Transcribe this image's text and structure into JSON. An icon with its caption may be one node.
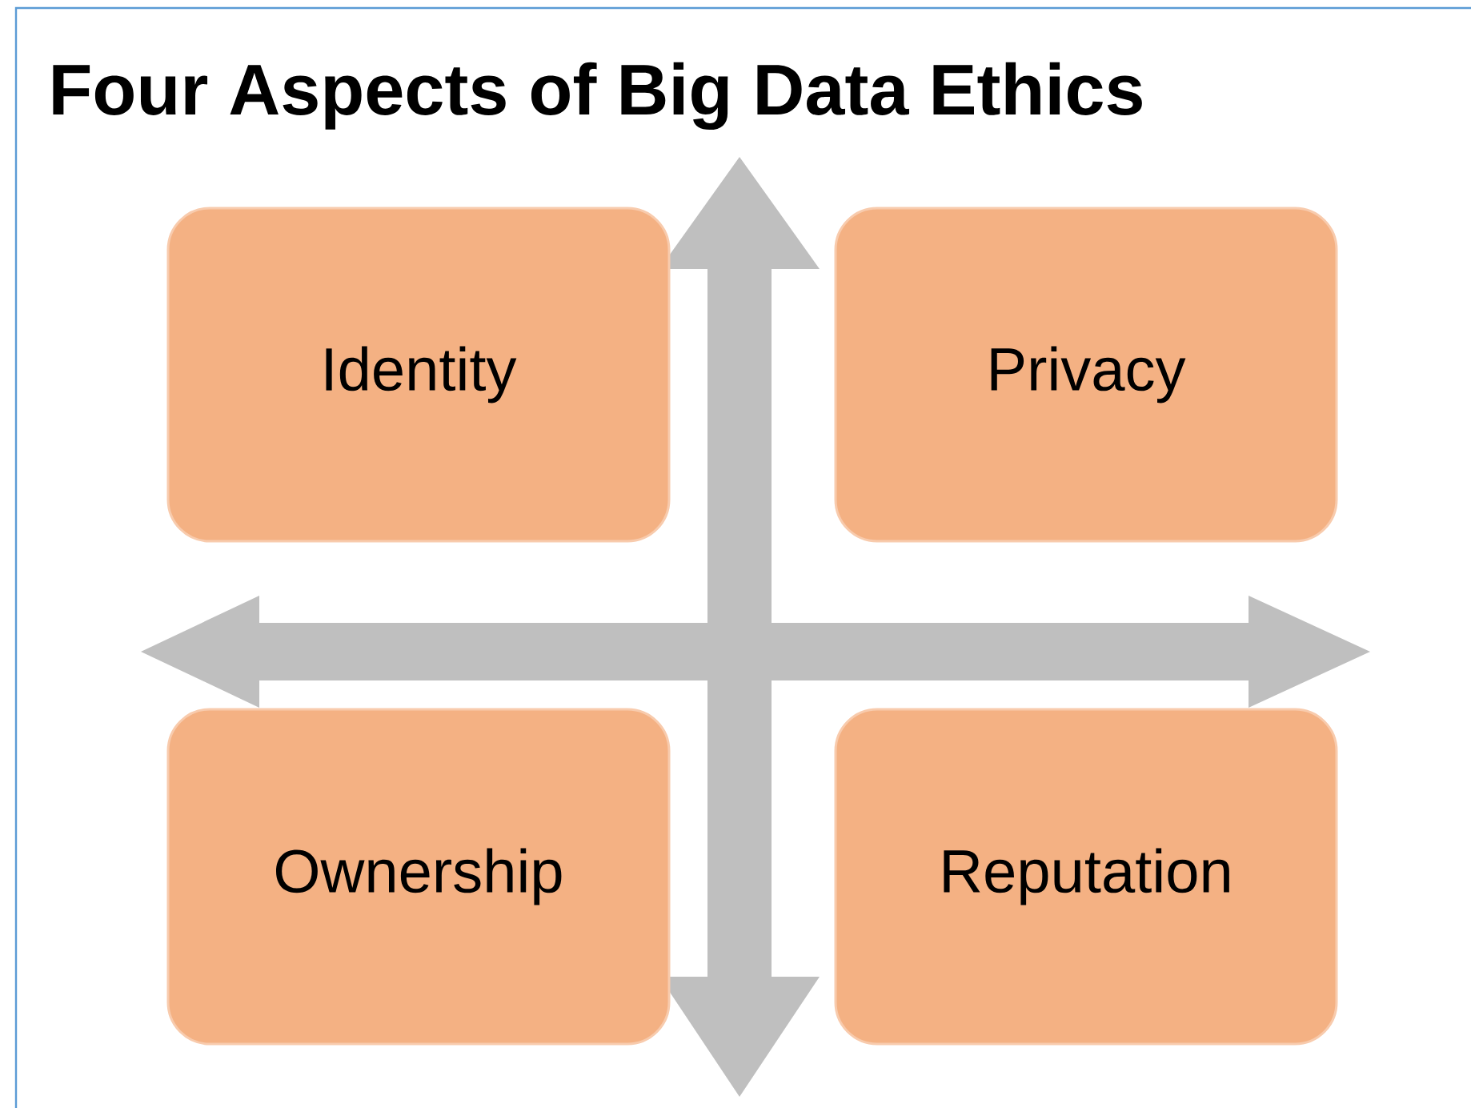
{
  "diagram": {
    "title": "Four Aspects of Big Data Ethics",
    "nodes": [
      {
        "text": [
          "Identity"
        ]
      },
      {
        "text": [
          "Privacy"
        ]
      },
      {
        "text": [
          "Ownership"
        ]
      },
      {
        "text": [
          "Reputation"
        ]
      }
    ]
  }
}
